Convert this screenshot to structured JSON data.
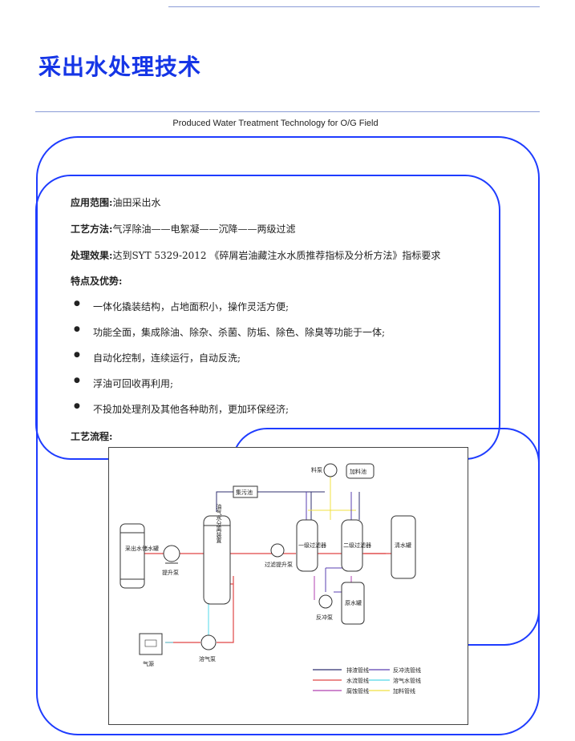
{
  "page": {
    "title": "采出水处理技术",
    "subtitle": "Produced Water Treatment Technology for O/G Field"
  },
  "info": {
    "scope_label": "应用范围:",
    "scope_value": "油田采出水",
    "method_label": "工艺方法:",
    "method_value": "气浮除油——电絮凝——沉降——两级过滤",
    "effect_label": "处理效果:",
    "effect_value": "达到SYT 5329-2012 《碎屑岩油藏注水水质推荐指标及分析方法》指标要求",
    "features_label": "特点及优势:",
    "features": [
      "一体化撬装结构，占地面积小，操作灵活方便;",
      "功能全面，集成除油、除杂、杀菌、防垢、除色、除臭等功能于一体;",
      "自动化控制，连续运行，自动反洗;",
      "浮油可回收再利用;",
      "不投加处理剂及其他各种助剂，更加环保经济;"
    ],
    "flow_label": "工艺流程:"
  },
  "diagram": {
    "labels": {
      "raw_tank": "采出水储水罐",
      "lift_pump": "提升泵",
      "separator": "油气水分离装置",
      "gas_source": "气源",
      "dissolved_pump": "溶气泵",
      "sludge_pool": "集污池",
      "filter_pump": "过滤提升泵",
      "filter1": "一级过滤器",
      "filter2": "二级过滤器",
      "clear_tank": "清水罐",
      "raw_water_tank": "原水罐",
      "backwash_pump": "反冲泵",
      "dosing_pump": "料泵",
      "dosing_tank": "加料池"
    },
    "legend": [
      {
        "label": "排渣管线",
        "color": "#2f2f6f"
      },
      {
        "label": "水流管线",
        "color": "#e04646"
      },
      {
        "label": "腐蚀管线",
        "color": "#b040b0"
      },
      {
        "label": "反冲洗管线",
        "color": "#5a3fb0"
      },
      {
        "label": "溶气水管线",
        "color": "#50d8e8"
      },
      {
        "label": "加料管线",
        "color": "#f0e040"
      }
    ]
  }
}
